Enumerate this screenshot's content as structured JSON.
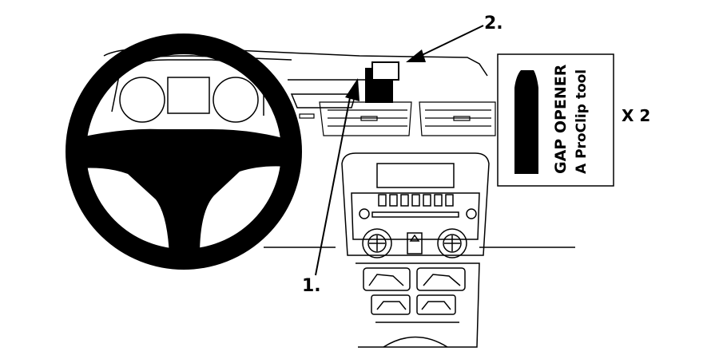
{
  "callouts": {
    "step1": "1.",
    "step2": "2."
  },
  "tool_card": {
    "title": "GAP OPENER",
    "subtitle": "A ProClip tool",
    "quantity": "X 2"
  },
  "colors": {
    "ink": "#000000",
    "paper": "#ffffff",
    "fill": "#000000"
  }
}
